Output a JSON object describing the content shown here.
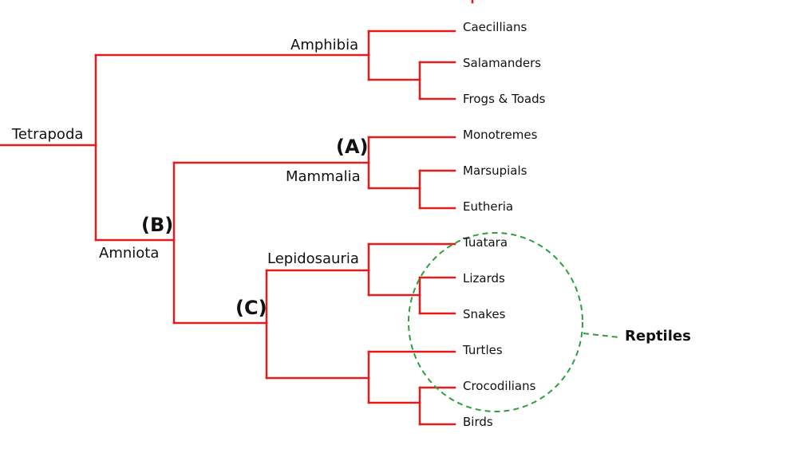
{
  "colors": {
    "branch": "#e31b1b",
    "group": "#2e9e3e",
    "text": "#111111",
    "background": "#ffffff"
  },
  "root_label": "Tetrapoda",
  "clades": {
    "amphibia": "Amphibia",
    "amniota": "Amniota",
    "mammalia": "Mammalia",
    "lepidosauria": "Lepidosauria"
  },
  "markers": {
    "a": "(A)",
    "b": "(B)",
    "c": "(C)"
  },
  "leaves": [
    "Caecillians",
    "Salamanders",
    "Frogs & Toads",
    "Monotremes",
    "Marsupials",
    "Eutheria",
    "Tuatara",
    "Lizards",
    "Snakes",
    "Turtles",
    "Crocodilians",
    "Birds"
  ],
  "group": {
    "label": "Reptiles"
  }
}
